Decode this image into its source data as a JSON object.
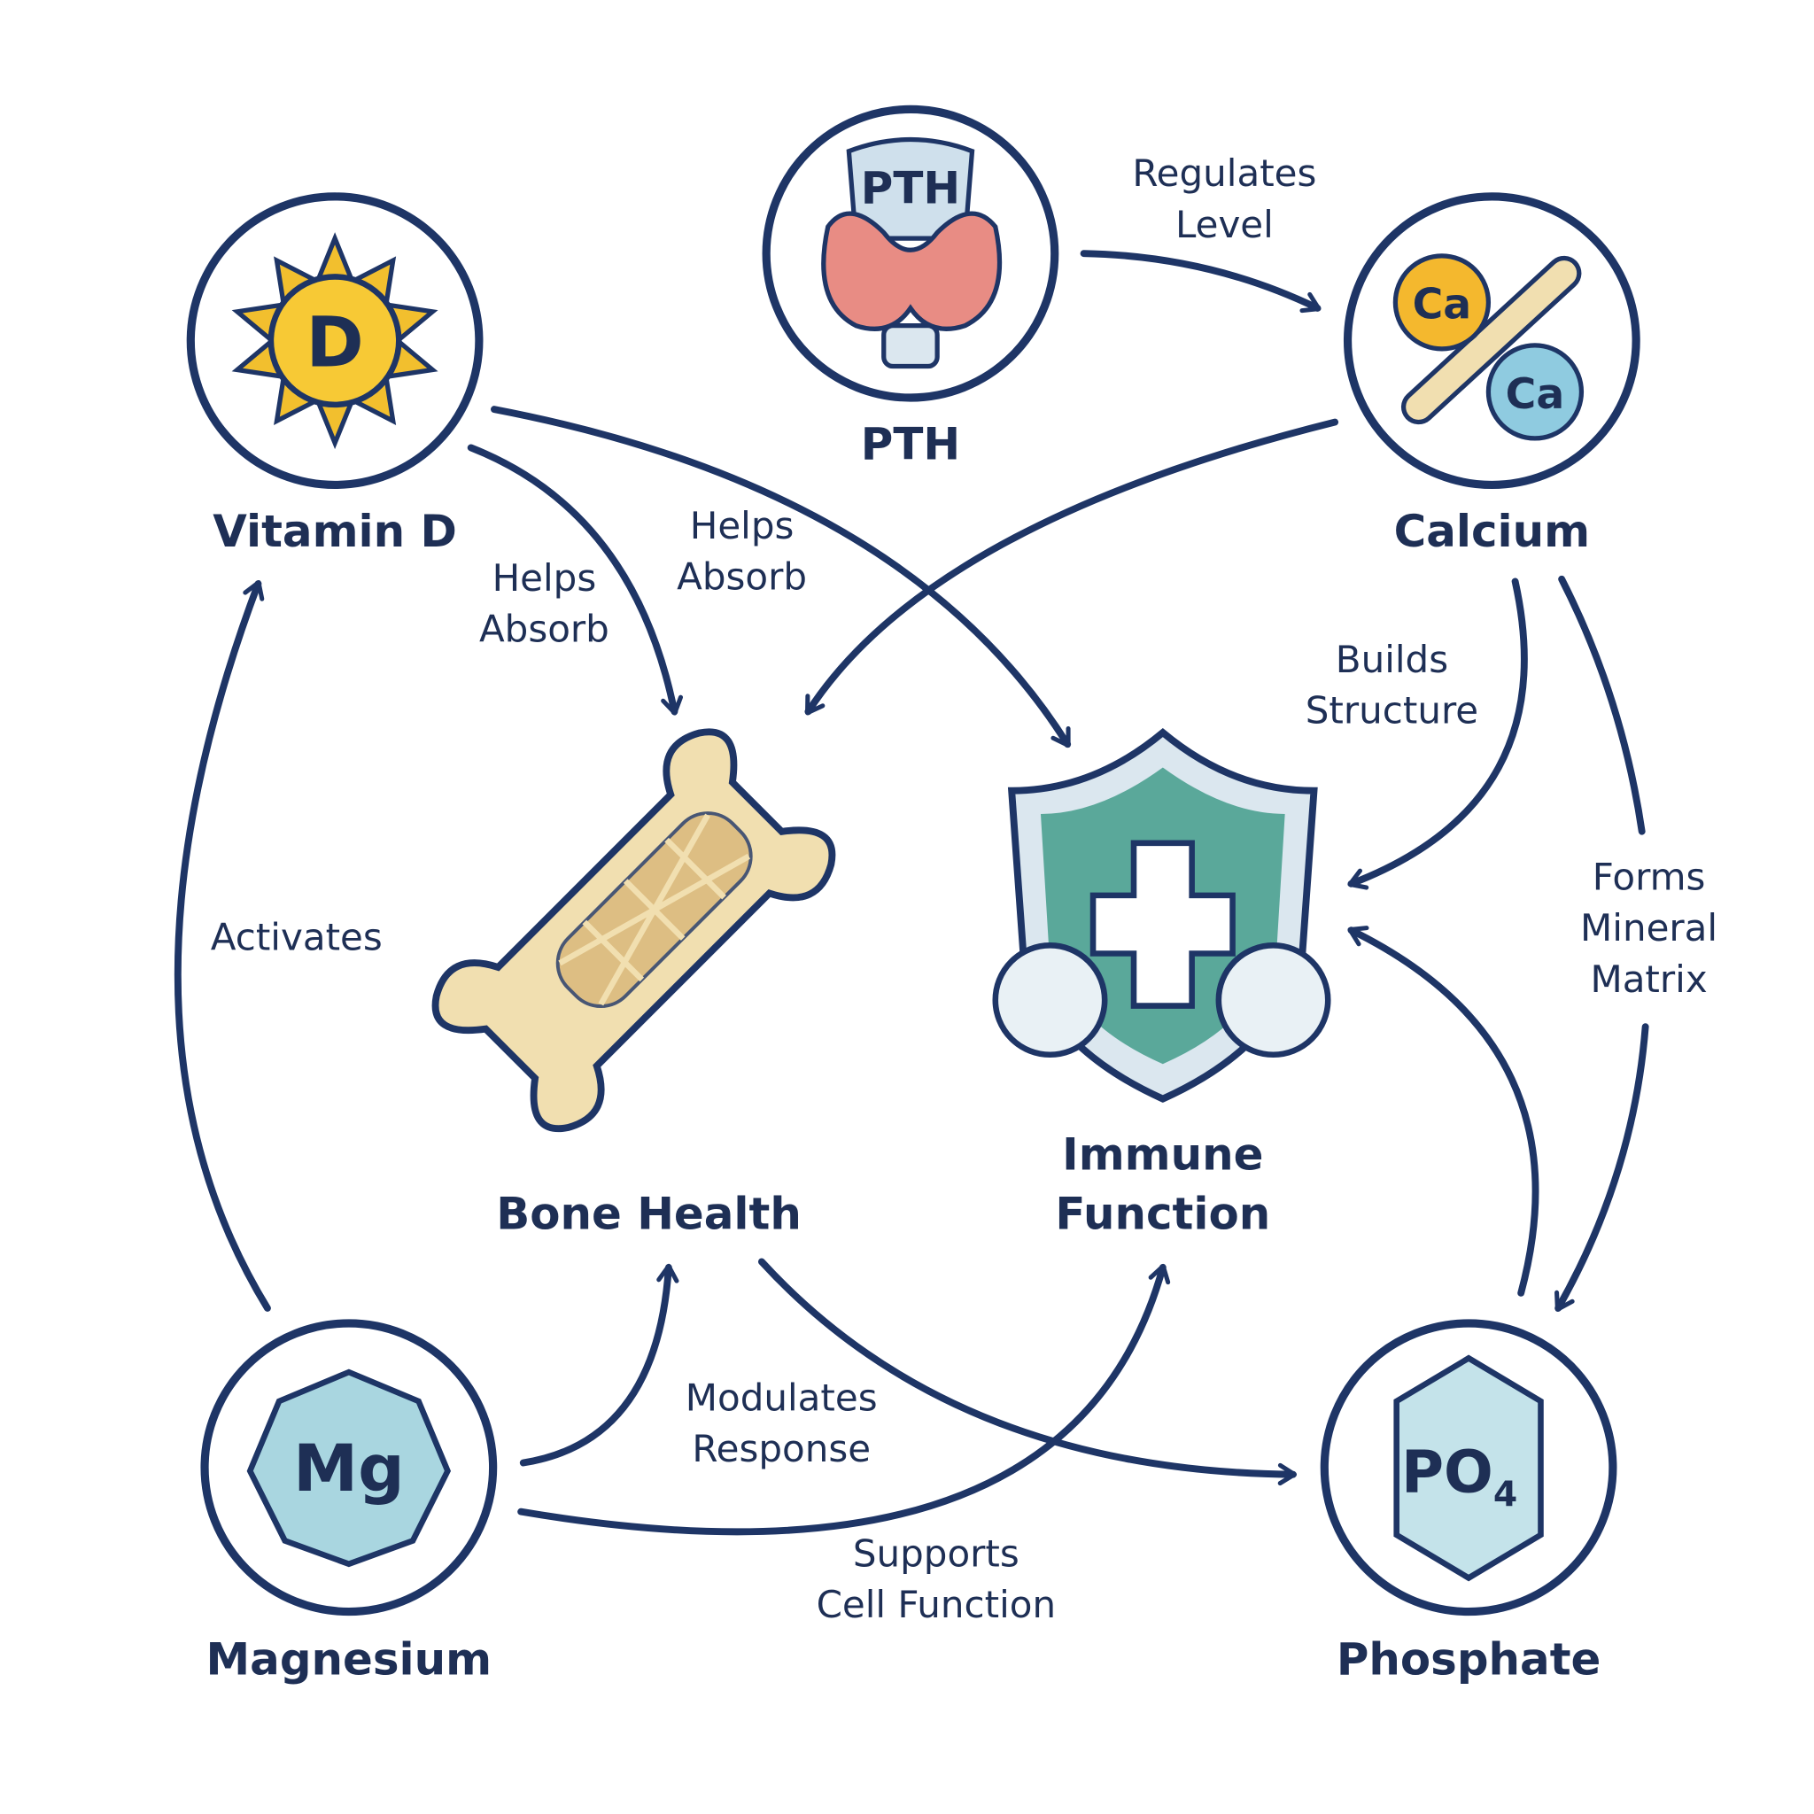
{
  "nodes": {
    "vitamin_d": {
      "label": "Vitamin D",
      "icon_text": "D"
    },
    "pth": {
      "label": "PTH",
      "icon_text": "PTH"
    },
    "calcium": {
      "label": "Calcium",
      "icon_text_1": "Ca",
      "icon_text_2": "Ca"
    },
    "bone_health": {
      "label": "Bone Health"
    },
    "immune_function": {
      "label_1": "Immune",
      "label_2": "Function"
    },
    "magnesium": {
      "label": "Magnesium",
      "icon_text": "Mg"
    },
    "phosphate": {
      "label": "Phosphate",
      "icon_text": "PO",
      "icon_sub": "4"
    }
  },
  "edges": {
    "pth_calcium": [
      "Regulates",
      "Level"
    ],
    "vitd_bone": [
      "Helps",
      "Absorb"
    ],
    "vitd_immune": [
      "Helps",
      "Absorb"
    ],
    "calcium_immune": [
      "Builds",
      "Structure"
    ],
    "calcium_phosphate": [
      "Forms",
      "Mineral",
      "Matrix"
    ],
    "magnesium_vitd": [
      "Activates"
    ],
    "magnesium_bone": [
      "Modulates",
      "Response"
    ],
    "magnesium_immune": [
      "Supports",
      "Cell Function"
    ]
  },
  "colors": {
    "line": "#1e3566",
    "sun": "#f2bf2e",
    "shield": "#5aa89a",
    "bone": "#f1dfb0",
    "mineral": "#a9d6e0"
  }
}
